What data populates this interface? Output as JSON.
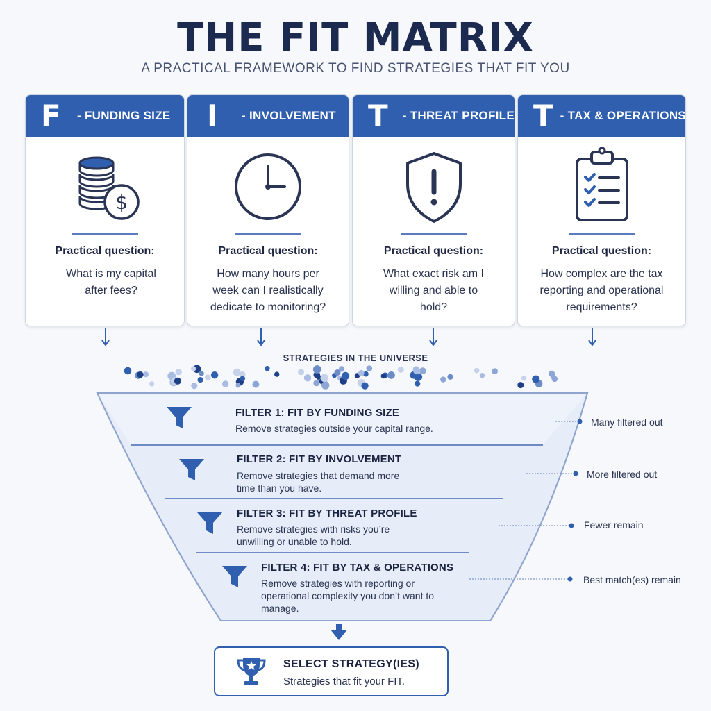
{
  "header": {
    "title": "THE FIT MATRIX",
    "subtitle": "A PRACTICAL FRAMEWORK TO FIND STRATEGIES THAT FIT YOU"
  },
  "cards": [
    {
      "letter": "F",
      "label": "- FUNDING SIZE",
      "icon": "coins-dollar-icon",
      "question_label": "Practical question:",
      "question": "What is my capital after fees?"
    },
    {
      "letter": "I",
      "label": "- INVOLVEMENT",
      "icon": "clock-icon",
      "question_label": "Practical question:",
      "question": "How many hours per week can I realistically dedicate to monitoring?"
    },
    {
      "letter": "T",
      "label": "- THREAT PROFILE",
      "icon": "shield-alert-icon",
      "question_label": "Practical question:",
      "question": "What exact risk am I willing and able to hold?"
    },
    {
      "letter": "T",
      "label": "- TAX & OPERATIONS",
      "icon": "clipboard-checklist-icon",
      "question_label": "Practical question:",
      "question": "How complex are the tax reporting and operational requirements?"
    }
  ],
  "funnel": {
    "top_label": "STRATEGIES IN THE UNIVERSE",
    "filters": [
      {
        "title": "FILTER 1: FIT BY FUNDING SIZE",
        "desc": "Remove strategies outside your capital range.",
        "side": "Many filtered out",
        "icon": "funnel-icon"
      },
      {
        "title": "FILTER 2: FIT BY INVOLVEMENT",
        "desc": "Remove strategies that demand more time than you have.",
        "side": "More filtered out",
        "icon": "funnel-icon"
      },
      {
        "title": "FILTER 3: FIT BY THREAT PROFILE",
        "desc": "Remove strategies with risks you’re unwilling or unable to hold.",
        "side": "Fewer remain",
        "icon": "funnel-icon"
      },
      {
        "title": "FILTER 4: FIT BY TAX & OPERATIONS",
        "desc": "Remove strategies with reporting or operational complexity you don’t want to manage.",
        "side": "Best match(es) remain",
        "icon": "funnel-icon"
      }
    ]
  },
  "result": {
    "title": "SELECT STRATEGY(IES)",
    "desc": "Strategies that fit your FIT.",
    "icon": "trophy-icon"
  },
  "colors": {
    "primary": "#2f5fae",
    "navy": "#1d2a4f",
    "funnel_fill": "#e6edf8",
    "funnel_stroke": "#8fa5cf"
  }
}
